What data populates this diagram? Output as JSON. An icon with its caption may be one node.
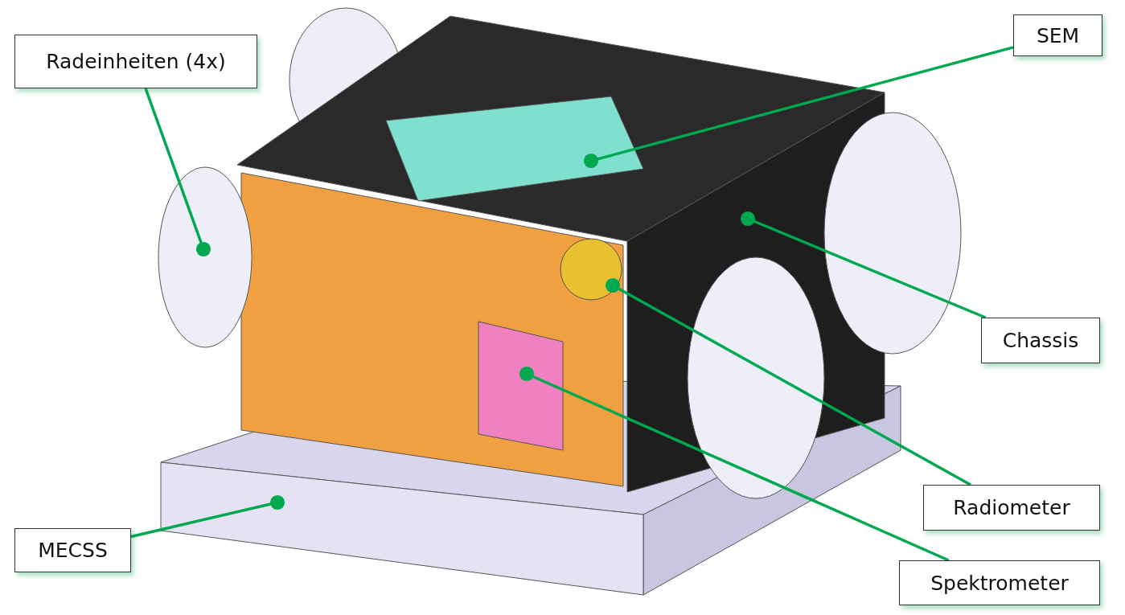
{
  "diagram": {
    "nodes": [
      {
        "text": [
          "Radeinheiten (4x)"
        ]
      },
      {
        "text": [
          "SEM"
        ]
      },
      {
        "text": [
          "Chassis"
        ]
      },
      {
        "text": [
          "Radiometer"
        ]
      },
      {
        "text": [
          "MECSS"
        ]
      },
      {
        "text": [
          "Spektrometer"
        ]
      },
      {
        "text": [],
        "shape": "circle"
      },
      {
        "text": [],
        "shape": "box"
      },
      {
        "text": [],
        "shape": "box"
      },
      {
        "text": [],
        "shape": "circle"
      },
      {
        "text": [],
        "shape": "box"
      },
      {
        "text": [],
        "shape": "box"
      }
    ],
    "edges": [
      {
        "from": 0,
        "to": 6,
        "arrow": "other"
      },
      {
        "from": 1,
        "to": 7,
        "arrow": "other"
      },
      {
        "from": 2,
        "to": 8,
        "arrow": "other"
      },
      {
        "from": 3,
        "to": 9,
        "arrow": "other"
      },
      {
        "from": 4,
        "to": 10,
        "arrow": "other"
      },
      {
        "from": 5,
        "to": 11,
        "arrow": "other"
      }
    ]
  }
}
